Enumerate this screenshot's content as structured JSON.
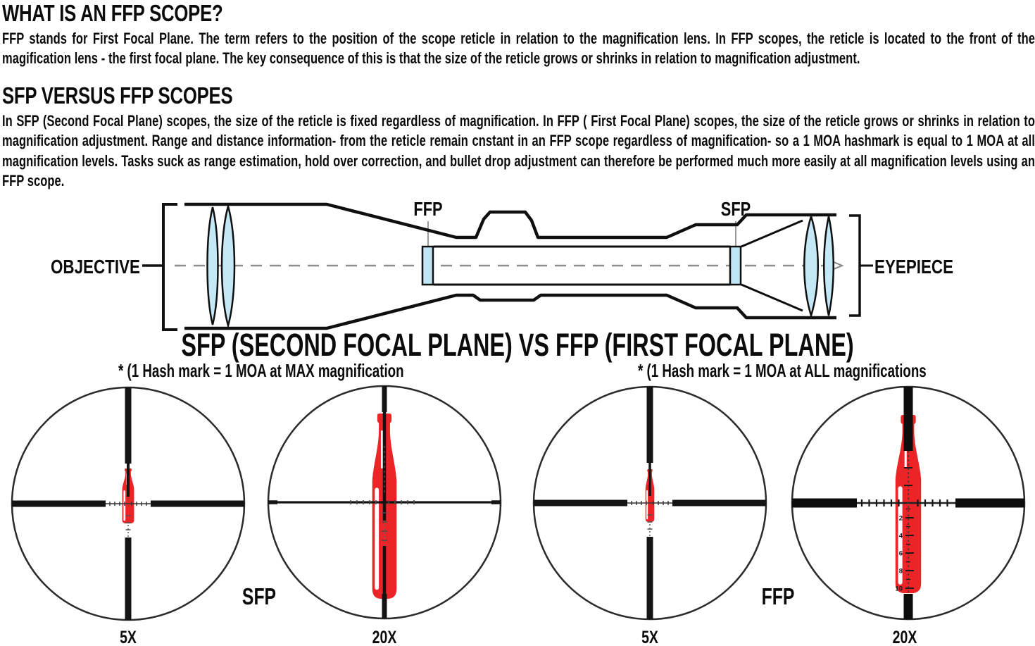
{
  "intro": {
    "title": "WHAT IS AN FFP SCOPE?",
    "body": "FFP stands for First Focal Plane. The term refers to the position of the scope reticle in relation to the magnification lens. In FFP scopes, the reticle is located to the front of the magification lens - the first focal plane. The key consequence of this is that the size of the reticle grows or shrinks in relation to magnification adjustment."
  },
  "versus": {
    "title": "SFP VERSUS FFP SCOPES",
    "body": "In SFP (Second Focal Plane) scopes, the size of the reticle is fixed regardless of magnification. In FFP ( First Focal Plane) scopes, the size of the reticle grows or shrinks in relation to magnification adjustment. Range and distance information- from the reticle remain cnstant in an FFP scope regardless of magnification- so a 1 MOA hashmark is equal to 1 MOA at all magnification levels. Tasks suck as range estimation, hold over correction, and bullet drop adjustment can therefore be performed much more easily at all magnification levels using an FFP scope."
  },
  "diagram": {
    "objective_label": "OBJECTIVE",
    "ffp_label": "FFP",
    "sfp_label": "SFP",
    "eyepiece_label": "EYEPIECE"
  },
  "comparison": {
    "title": "SFP (SECOND FOCAL PLANE) VS FFP (FIRST FOCAL PLANE)",
    "sfp_note": "* (1 Hash mark = 1 MOA at MAX magnification",
    "ffp_note": "* (1 Hash mark = 1 MOA at ALL magnifications",
    "sfp_group_label": "SFP",
    "ffp_group_label": "FFP",
    "views": [
      {
        "label": "5X"
      },
      {
        "label": "20X"
      },
      {
        "label": "5X"
      },
      {
        "label": "20X"
      }
    ],
    "moa_numbers": [
      "2",
      "4",
      "6",
      "8",
      "10"
    ]
  },
  "colors": {
    "bottle_red": "#ea2427",
    "lens_blue": "#c4e8f6",
    "reticle_black": "#141414",
    "centerline_gray": "#8d8d8d"
  }
}
